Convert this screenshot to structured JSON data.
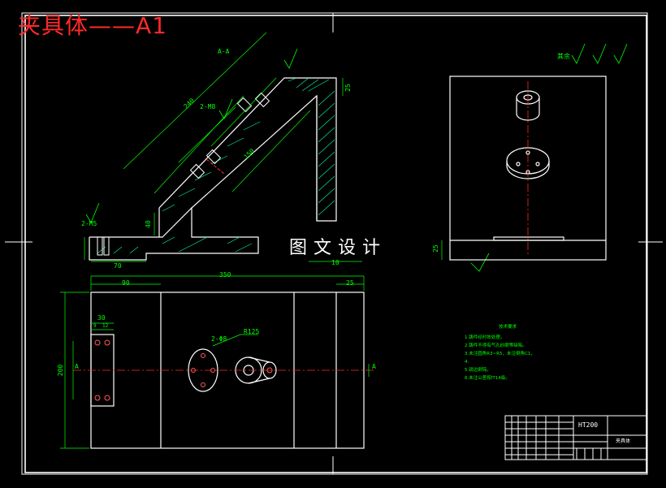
{
  "drawing": {
    "title": "夹具体——A1",
    "watermark": "图文设计",
    "section_label": "A-A",
    "material": "HT200",
    "part_label": "夹具体",
    "roughness_note": "其余",
    "section_marker": "A"
  },
  "dimensions": {
    "top_view": {
      "overall_width": "350",
      "left_offset": "90",
      "right_offset": "25",
      "height": "200",
      "block_width": "30",
      "block_pitch_a": "9",
      "block_pitch_b": "12",
      "hole_callout": "2-Φ8",
      "pitch_circle": "R125"
    },
    "section_view": {
      "length_top": "240",
      "length_mid": "150",
      "length_small": "70",
      "height_right": "25",
      "height_left": "40",
      "thread_a": "2-M8",
      "thread_b": "2-M5",
      "bottom_gap": "10"
    },
    "side_view": {
      "base_height": "25"
    }
  },
  "notes": {
    "heading": "技术要求",
    "items": [
      "1.铸件经时效处理。",
      "2.铸件不得有气孔砂眼等缺陷。",
      "3.未注圆角R3~R5，未注倒角C1，",
      "4.",
      "5.锐边倒钝。",
      "6.未注公差按IT14级。"
    ]
  },
  "colors": {
    "background": "#000000",
    "frame": "#ffffff",
    "dimension": "#00ff00",
    "centerline": "#ff2a2a",
    "hatch": "#00ffaa",
    "title": "#ff2a2a"
  }
}
